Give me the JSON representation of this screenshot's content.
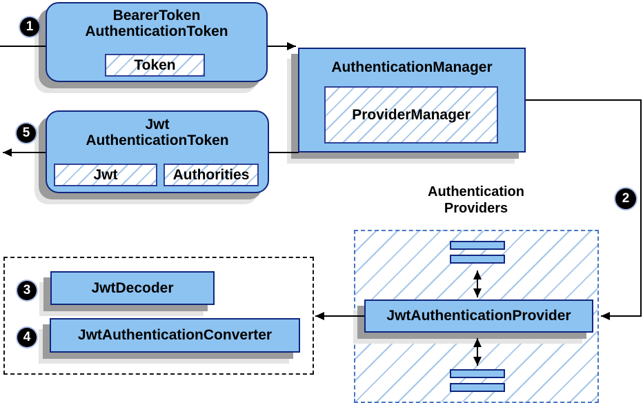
{
  "diagram": {
    "badges": {
      "step1": "1",
      "step2": "2",
      "step3": "3",
      "step4": "4",
      "step5": "5"
    },
    "nodes": {
      "bearer_token": {
        "title_line1": "BearerToken",
        "title_line2": "AuthenticationToken",
        "field": "Token"
      },
      "auth_manager": {
        "title": "AuthenticationManager",
        "inner": "ProviderManager"
      },
      "jwt_token": {
        "title_line1": "Jwt",
        "title_line2": "AuthenticationToken",
        "field1": "Jwt",
        "field2": "Authorities"
      },
      "providers_group": {
        "label_line1": "Authentication",
        "label_line2": "Providers"
      },
      "jwt_auth_provider": {
        "label": "JwtAuthenticationProvider"
      },
      "jwt_decoder": {
        "label": "JwtDecoder"
      },
      "jwt_auth_converter": {
        "label": "JwtAuthenticationConverter"
      }
    },
    "colors": {
      "node_fill": "#8dc3f1",
      "node_border": "#10267e",
      "inner_border": "#2e4097",
      "hatch_line": "#a4c5ea",
      "dashed_blue": "#4576c2",
      "dashed_black": "#111111",
      "arrow": "#000000",
      "shadow_dark": "#9b9b9b",
      "shadow_light": "#e4e4e4",
      "badge_bg": "#000000",
      "badge_text": "#ffffff"
    }
  }
}
